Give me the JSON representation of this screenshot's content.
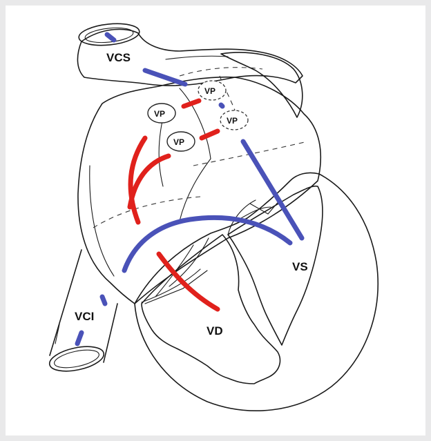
{
  "labels": {
    "vcs": "VCS",
    "vci": "VCI",
    "vd": "VD",
    "vs": "VS",
    "vp": [
      "VP",
      "VP",
      "VP",
      "VP"
    ]
  },
  "colors": {
    "venous_blue": "#4a52b8",
    "arterial_red": "#e0211c",
    "myocardium_gray": "#dedede",
    "outline": "#1a1a1a"
  }
}
